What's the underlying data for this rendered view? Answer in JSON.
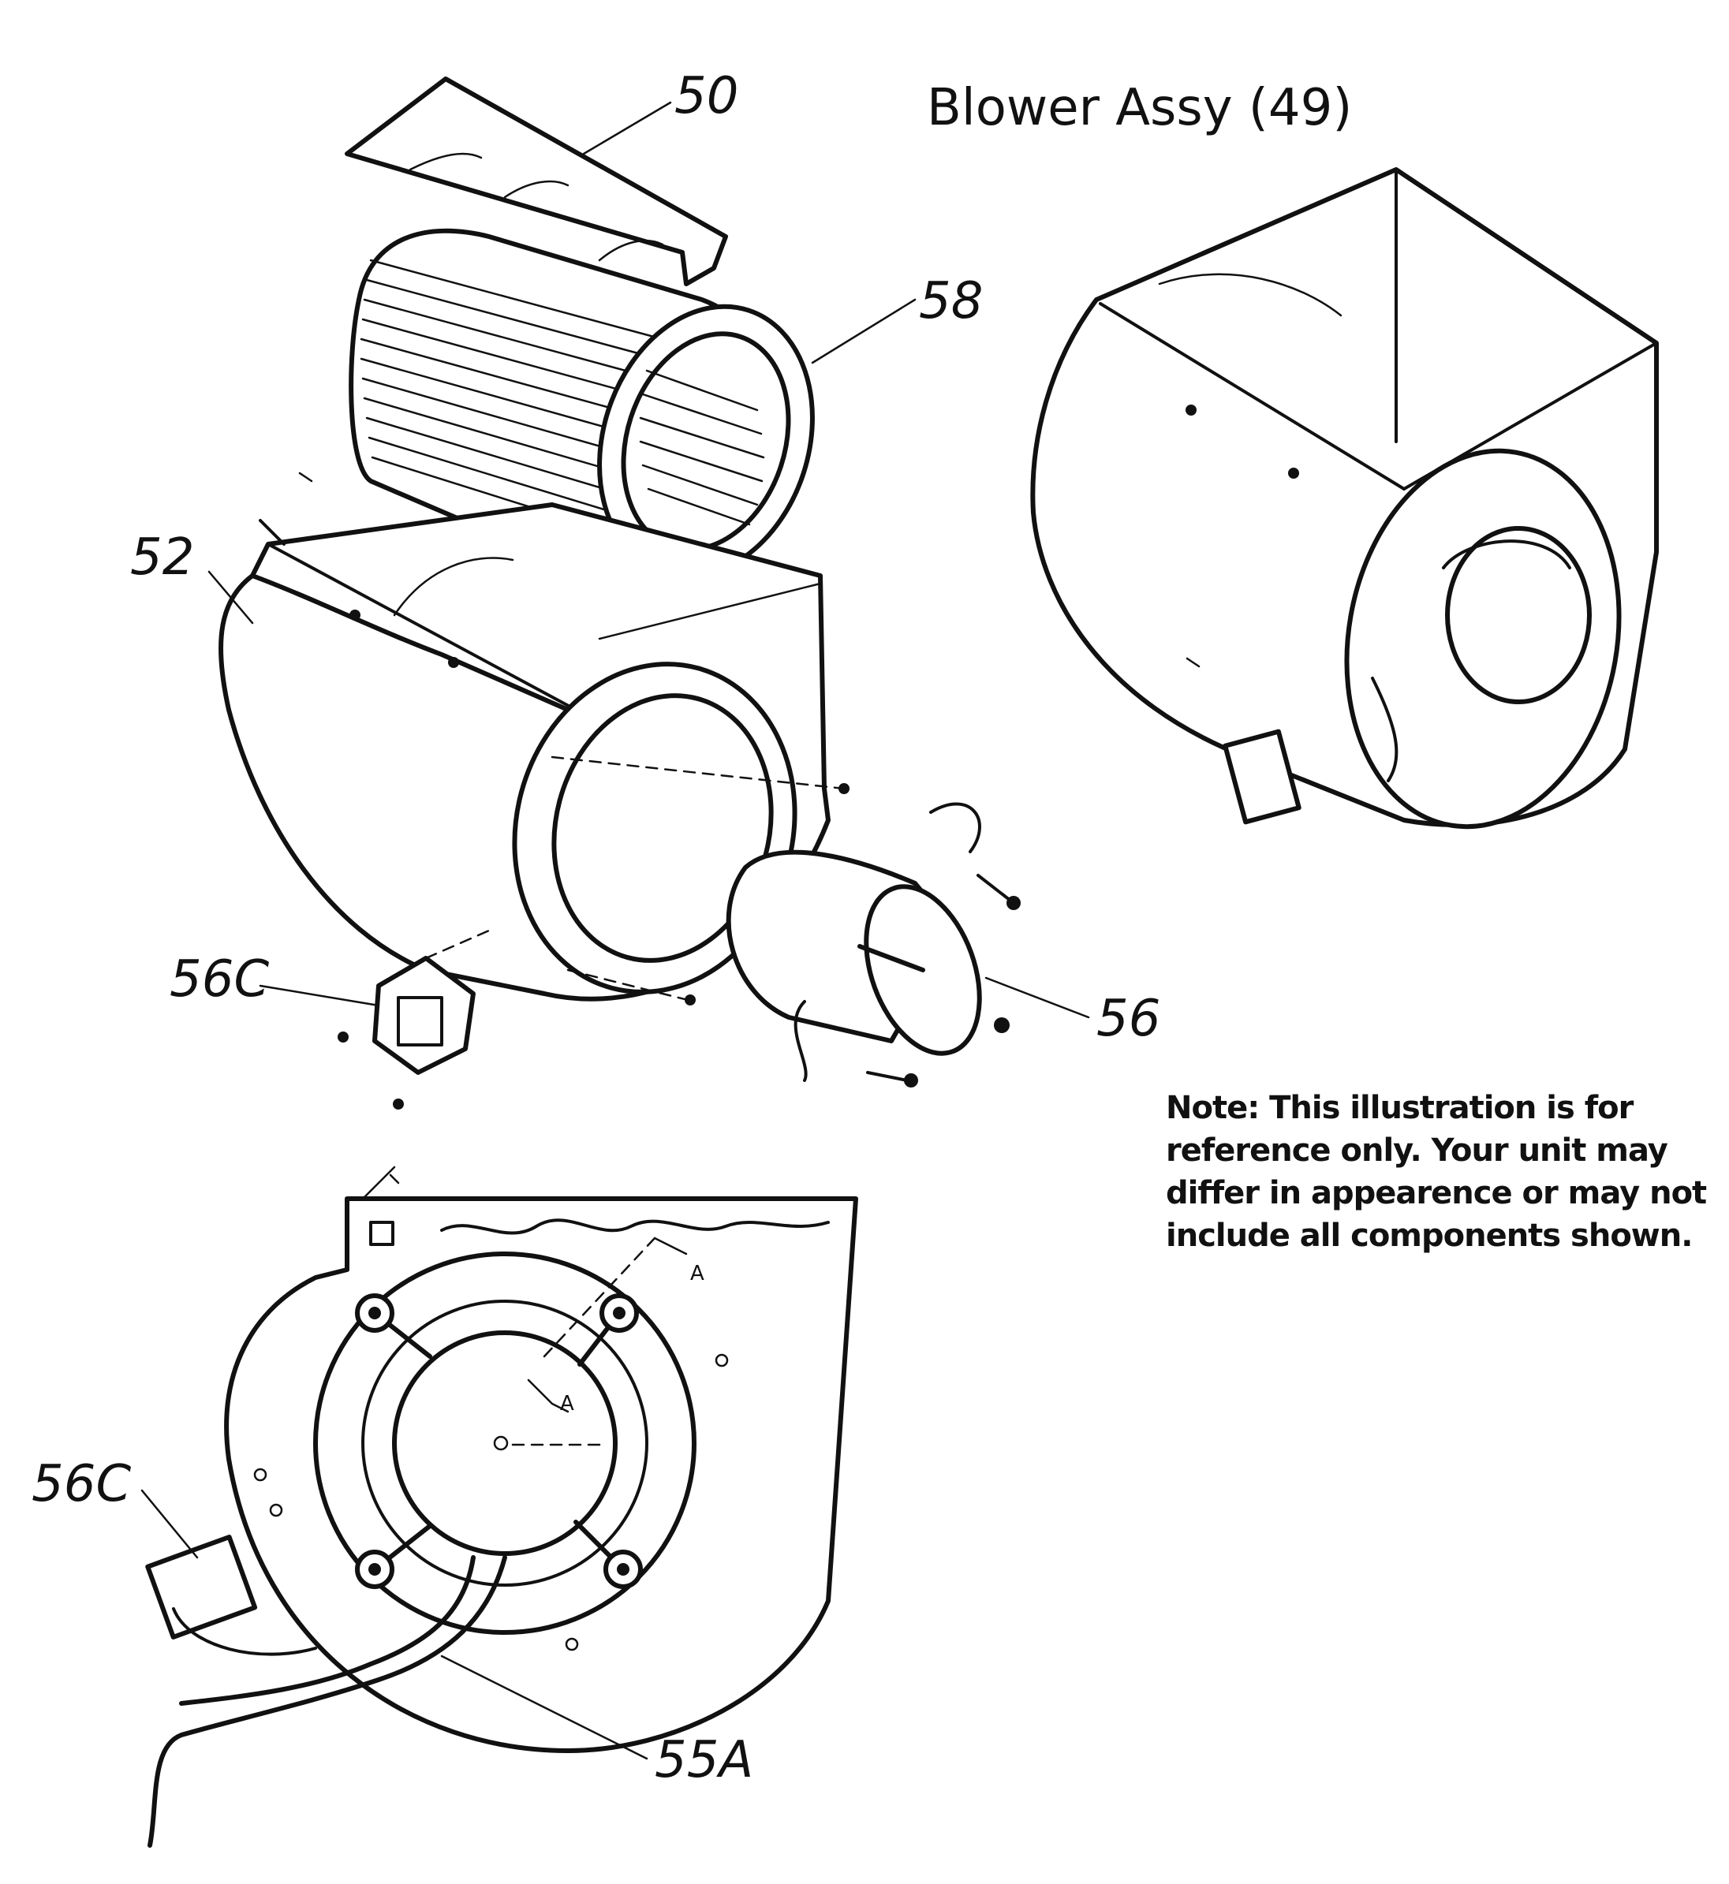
{
  "diagram": {
    "title": "Blower Assy (49)",
    "note_lines": [
      "Note: This illustration is for",
      "reference only. Your unit may",
      "differ in appearence or may not",
      "include all components shown."
    ],
    "callouts": {
      "c50": "50",
      "c58": "58",
      "c52": "52",
      "c56c_top": "56C",
      "c56": "56",
      "c56c_bottom": "56C",
      "c55a": "55A"
    },
    "section_marks": {
      "a_upper": "A",
      "a_lower": "A"
    }
  }
}
